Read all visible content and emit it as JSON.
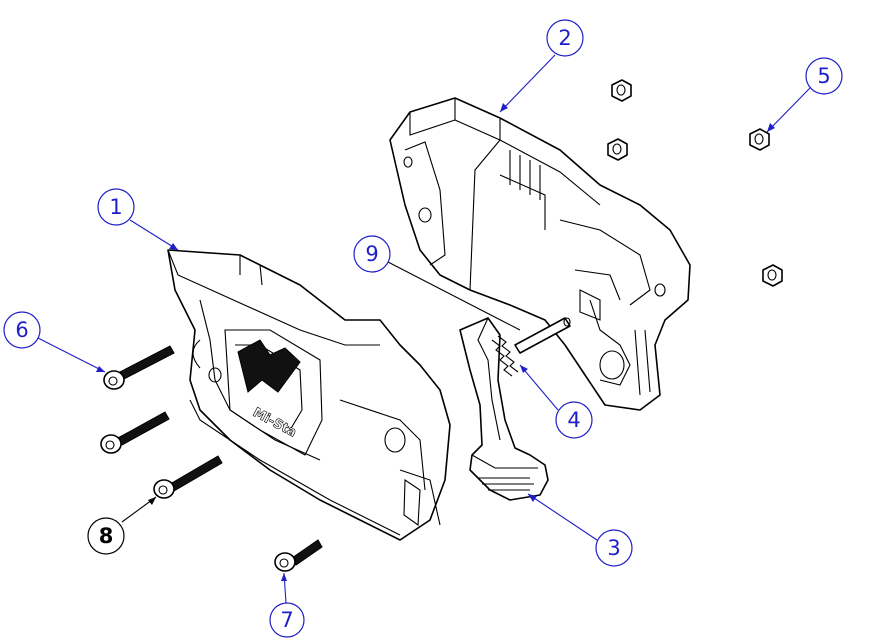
{
  "colors": {
    "callout_blue": "#1f1fc8",
    "callout_black": "#000000",
    "line_art": "#000000",
    "background": "#ffffff"
  },
  "parts": [
    {
      "id": "lower-housing-left",
      "label": "Mi-Sta",
      "has_logo": true
    },
    {
      "id": "upper-housing-right"
    },
    {
      "id": "release-lever"
    },
    {
      "id": "spring"
    },
    {
      "id": "hex-nut",
      "count": 4
    },
    {
      "id": "socket-head-screw-long"
    },
    {
      "id": "socket-head-screw-short"
    },
    {
      "id": "socket-head-screw-medium"
    },
    {
      "id": "pin"
    }
  ],
  "callouts": [
    {
      "number": "1",
      "style": "blue"
    },
    {
      "number": "2",
      "style": "blue"
    },
    {
      "number": "3",
      "style": "blue"
    },
    {
      "number": "4",
      "style": "blue"
    },
    {
      "number": "5",
      "style": "blue"
    },
    {
      "number": "6",
      "style": "blue"
    },
    {
      "number": "7",
      "style": "blue"
    },
    {
      "number": "8",
      "style": "black-bold"
    },
    {
      "number": "9",
      "style": "blue"
    }
  ]
}
